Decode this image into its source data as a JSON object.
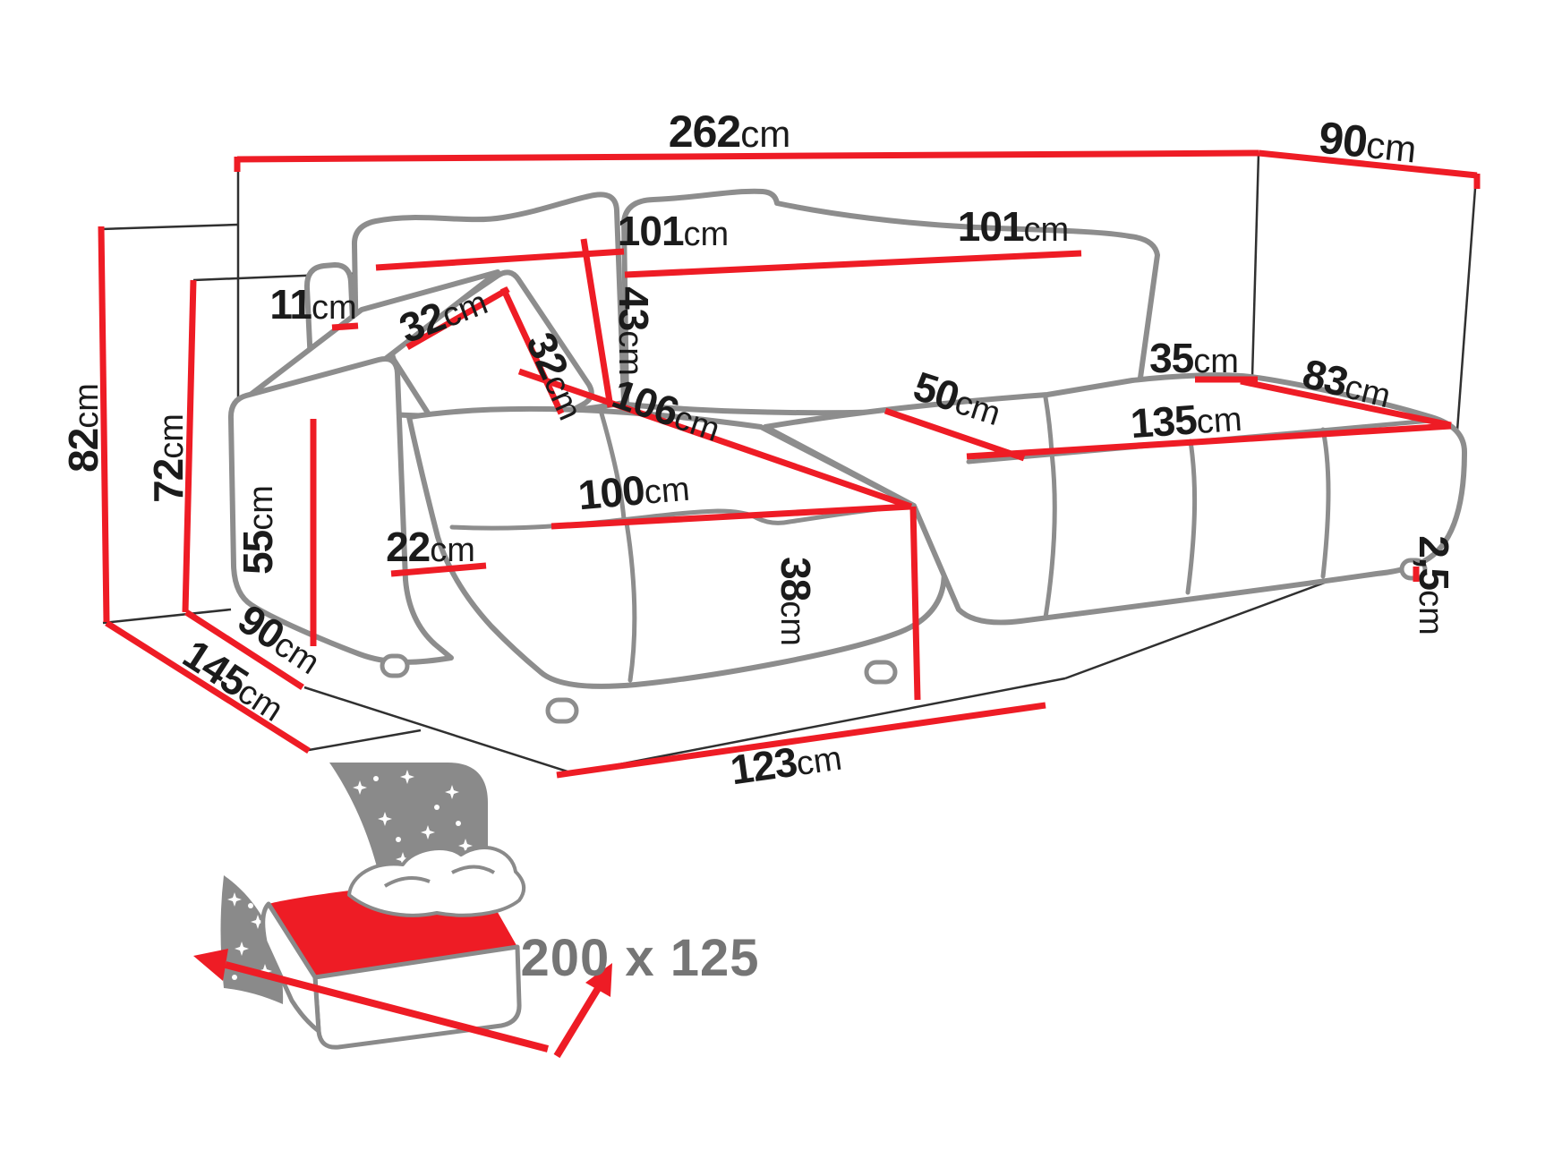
{
  "colors": {
    "dimension_line": "#ee1c25",
    "sofa_outline": "#8d8d8d",
    "projection_line": "#303030",
    "label_text": "#1b1b1b",
    "icon_gray": "#8a8a8a",
    "sleep_text": "#757575"
  },
  "dims": {
    "total_width": {
      "num": "262",
      "unit": "cm"
    },
    "total_depth": {
      "num": "90",
      "unit": "cm"
    },
    "back_left_width": {
      "num": "101",
      "unit": "cm"
    },
    "back_right_width": {
      "num": "101",
      "unit": "cm"
    },
    "arm_gap": {
      "num": "11",
      "unit": "cm"
    },
    "pillow_width": {
      "num": "32",
      "unit": "cm"
    },
    "pillow_height": {
      "num": "32",
      "unit": "cm"
    },
    "backrest_height": {
      "num": "43",
      "unit": "cm"
    },
    "headrest_gap": {
      "num": "35",
      "unit": "cm"
    },
    "corner_edge": {
      "num": "83",
      "unit": "cm"
    },
    "seat_depth": {
      "num": "50",
      "unit": "cm"
    },
    "seat_width": {
      "num": "135",
      "unit": "cm"
    },
    "chaise_diagonal": {
      "num": "106",
      "unit": "cm"
    },
    "chaise_width": {
      "num": "100",
      "unit": "cm"
    },
    "seat_height": {
      "num": "38",
      "unit": "cm"
    },
    "leg_height": {
      "num": "2,5",
      "unit": "cm"
    },
    "total_height": {
      "num": "82",
      "unit": "cm"
    },
    "frame_height": {
      "num": "72",
      "unit": "cm"
    },
    "armrest_height": {
      "num": "55",
      "unit": "cm"
    },
    "armrest_width": {
      "num": "22",
      "unit": "cm"
    },
    "base_depth_inner": {
      "num": "90",
      "unit": "cm"
    },
    "base_depth_outer": {
      "num": "145",
      "unit": "cm"
    },
    "chaise_length": {
      "num": "123",
      "unit": "cm"
    },
    "sleeping_area": {
      "num": "200 x 125",
      "unit": ""
    }
  }
}
